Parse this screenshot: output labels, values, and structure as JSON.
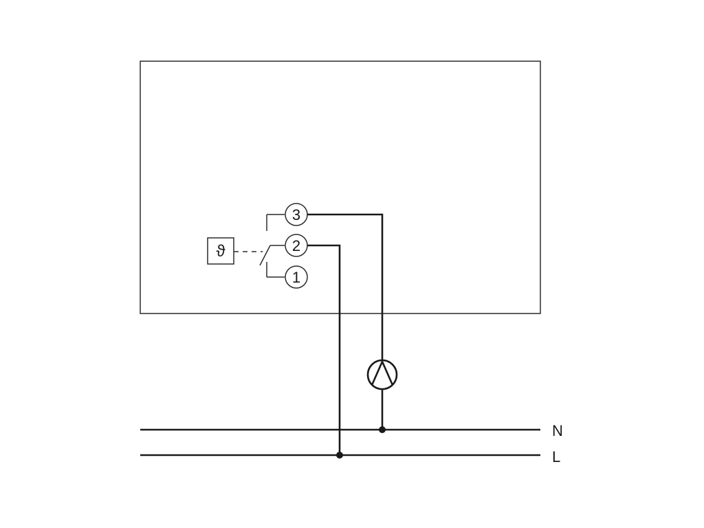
{
  "terminals": [
    {
      "id": "3",
      "label": "3"
    },
    {
      "id": "2",
      "label": "2"
    },
    {
      "id": "1",
      "label": "1"
    }
  ],
  "thermostat": {
    "symbol": "ϑ",
    "icon": "temperature-sensor-icon"
  },
  "pump": {
    "icon": "circulation-pump-icon"
  },
  "rails": [
    {
      "id": "N",
      "label": "N"
    },
    {
      "id": "L",
      "label": "L"
    }
  ]
}
